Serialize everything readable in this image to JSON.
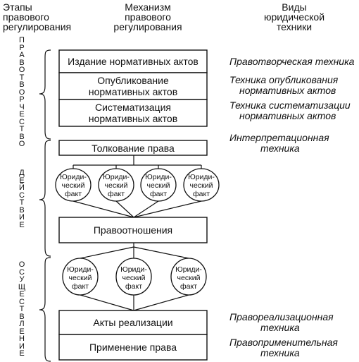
{
  "headers": {
    "stages": "Этапы\nправового\nрегулирования",
    "mechanism": "Механизм\nправового\nрегулирования",
    "techniques": "Виды\nюридической\nтехники"
  },
  "stages_vertical": {
    "lawmaking": "П\nР\nА\nВ\nО\nТ\nВ\nО\nР\nЧ\nЕ\nС\nТ\nВ\nО",
    "action": "Д\nЕ\nЙ\nС\nТ\nВ\nИ\nЕ",
    "realization": "О\nС\nУ\nЩ\nЕ\nС\nТ\nВ\nЛ\nЕ\nН\nИ\nЕ"
  },
  "boxes": {
    "issuance": "Издание нормативных актов",
    "publication_line1": "Опубликование",
    "publication_line2": "нормативных актов",
    "systematization_line1": "Систематизация",
    "systematization_line2": "нормативных актов",
    "interpretation": "Толкование права",
    "legal_relations": "Правоотношения",
    "realization_acts": "Акты реализации",
    "application": "Применение права"
  },
  "legal_fact": {
    "line1": "Юриди-",
    "line2": "ческий",
    "line3": "факт"
  },
  "techniques": {
    "lawmaking": {
      "line1": "Правотворческая техника",
      "line2": ""
    },
    "publication": {
      "line1": "Техника опубликования",
      "line2": "нормативных актов"
    },
    "systematization": {
      "line1": "Техника систематизации",
      "line2": "нормативных актов"
    },
    "interpretation": {
      "line1": "Интерпретационная",
      "line2": "техника"
    },
    "realization": {
      "line1": "Правореализационная",
      "line2": "техника"
    },
    "application": {
      "line1": "Правоприменительная",
      "line2": "техника"
    }
  }
}
